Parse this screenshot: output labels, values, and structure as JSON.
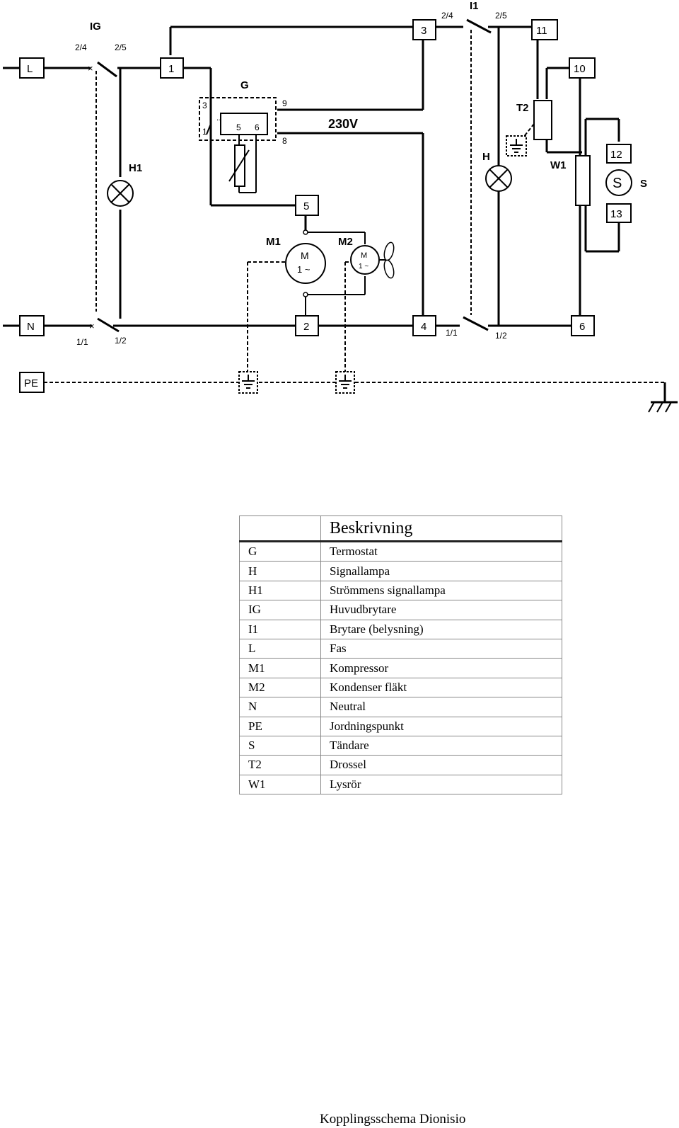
{
  "diagram": {
    "terminals": {
      "L": "L",
      "N": "N",
      "PE": "PE",
      "t1": "1",
      "t2": "2",
      "t3": "3",
      "t4": "4",
      "t5": "5",
      "t6": "6",
      "t10": "10",
      "t11": "11",
      "t12": "12",
      "t13": "13"
    },
    "components": {
      "IG": "IG",
      "G": "G",
      "H1": "H1",
      "H": "H",
      "I1": "I1",
      "T2": "T2",
      "W1": "W1",
      "S": "S",
      "M1": "M1",
      "M2": "M2",
      "S_symbol": "S",
      "M_symbol": "M",
      "M_rating": "1 ~"
    },
    "contacts": {
      "ig_top_left": "2/4",
      "ig_top_right": "2/5",
      "ig_bot_left": "1/1",
      "ig_bot_right": "1/2",
      "i1_top_left": "2/4",
      "i1_top_right": "2/5",
      "i1_bot_left": "1/1",
      "i1_bot_right": "1/2"
    },
    "thermostat_pins": {
      "p3": "3",
      "p5": "5",
      "p6": "6",
      "p8": "8",
      "p9": "9",
      "p_dots": "..",
      "p1": "1"
    },
    "voltage": "230V"
  },
  "legend": {
    "header_code": "",
    "header": "Beskrivning",
    "rows": [
      {
        "code": "G",
        "desc": "Termostat"
      },
      {
        "code": "H",
        "desc": "Signallampa"
      },
      {
        "code": "H1",
        "desc": "Strömmens signallampa"
      },
      {
        "code": "IG",
        "desc": "Huvudbrytare"
      },
      {
        "code": "I1",
        "desc": "Brytare (belysning)"
      },
      {
        "code": "L",
        "desc": "Fas"
      },
      {
        "code": "M1",
        "desc": "Kompressor"
      },
      {
        "code": "M2",
        "desc": "Kondenser fläkt"
      },
      {
        "code": "N",
        "desc": "Neutral"
      },
      {
        "code": "PE",
        "desc": "Jordningspunkt"
      },
      {
        "code": "S",
        "desc": "Tändare"
      },
      {
        "code": "T2",
        "desc": "Drossel"
      },
      {
        "code": "W1",
        "desc": "Lysrör"
      }
    ]
  },
  "caption": "Kopplingsschema Dionisio"
}
